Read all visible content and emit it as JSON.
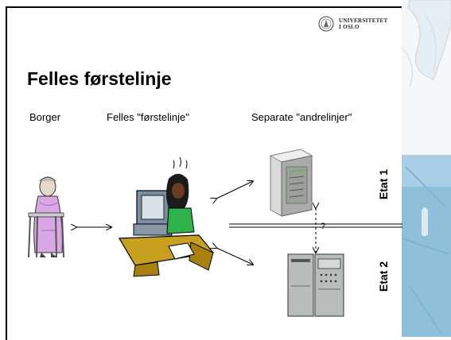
{
  "logo": {
    "line1": "UNIVERSITETET",
    "line2": "I OSLO"
  },
  "title": "Felles førstelinje",
  "columns": {
    "citizen": "Borger",
    "front": "Felles \"førstelinje\"",
    "back": "Separate \"andrelinjer\""
  },
  "agencies": {
    "first": "Etat 1",
    "second": "Etat 2"
  },
  "link_label": "?",
  "colors": {
    "deco_blue": "#8ec0dc",
    "server_gray": "#b9bdb9",
    "desk_yellow": "#c8a020",
    "skin": "#6b3d1f",
    "shirt_green": "#2db34a",
    "robe_purple": "#d9a6e6"
  },
  "icons": [
    "university-seal-icon",
    "elderly-woman-clipart",
    "computer-user-clipart",
    "server-tower-clipart",
    "server-cabinet-clipart"
  ]
}
